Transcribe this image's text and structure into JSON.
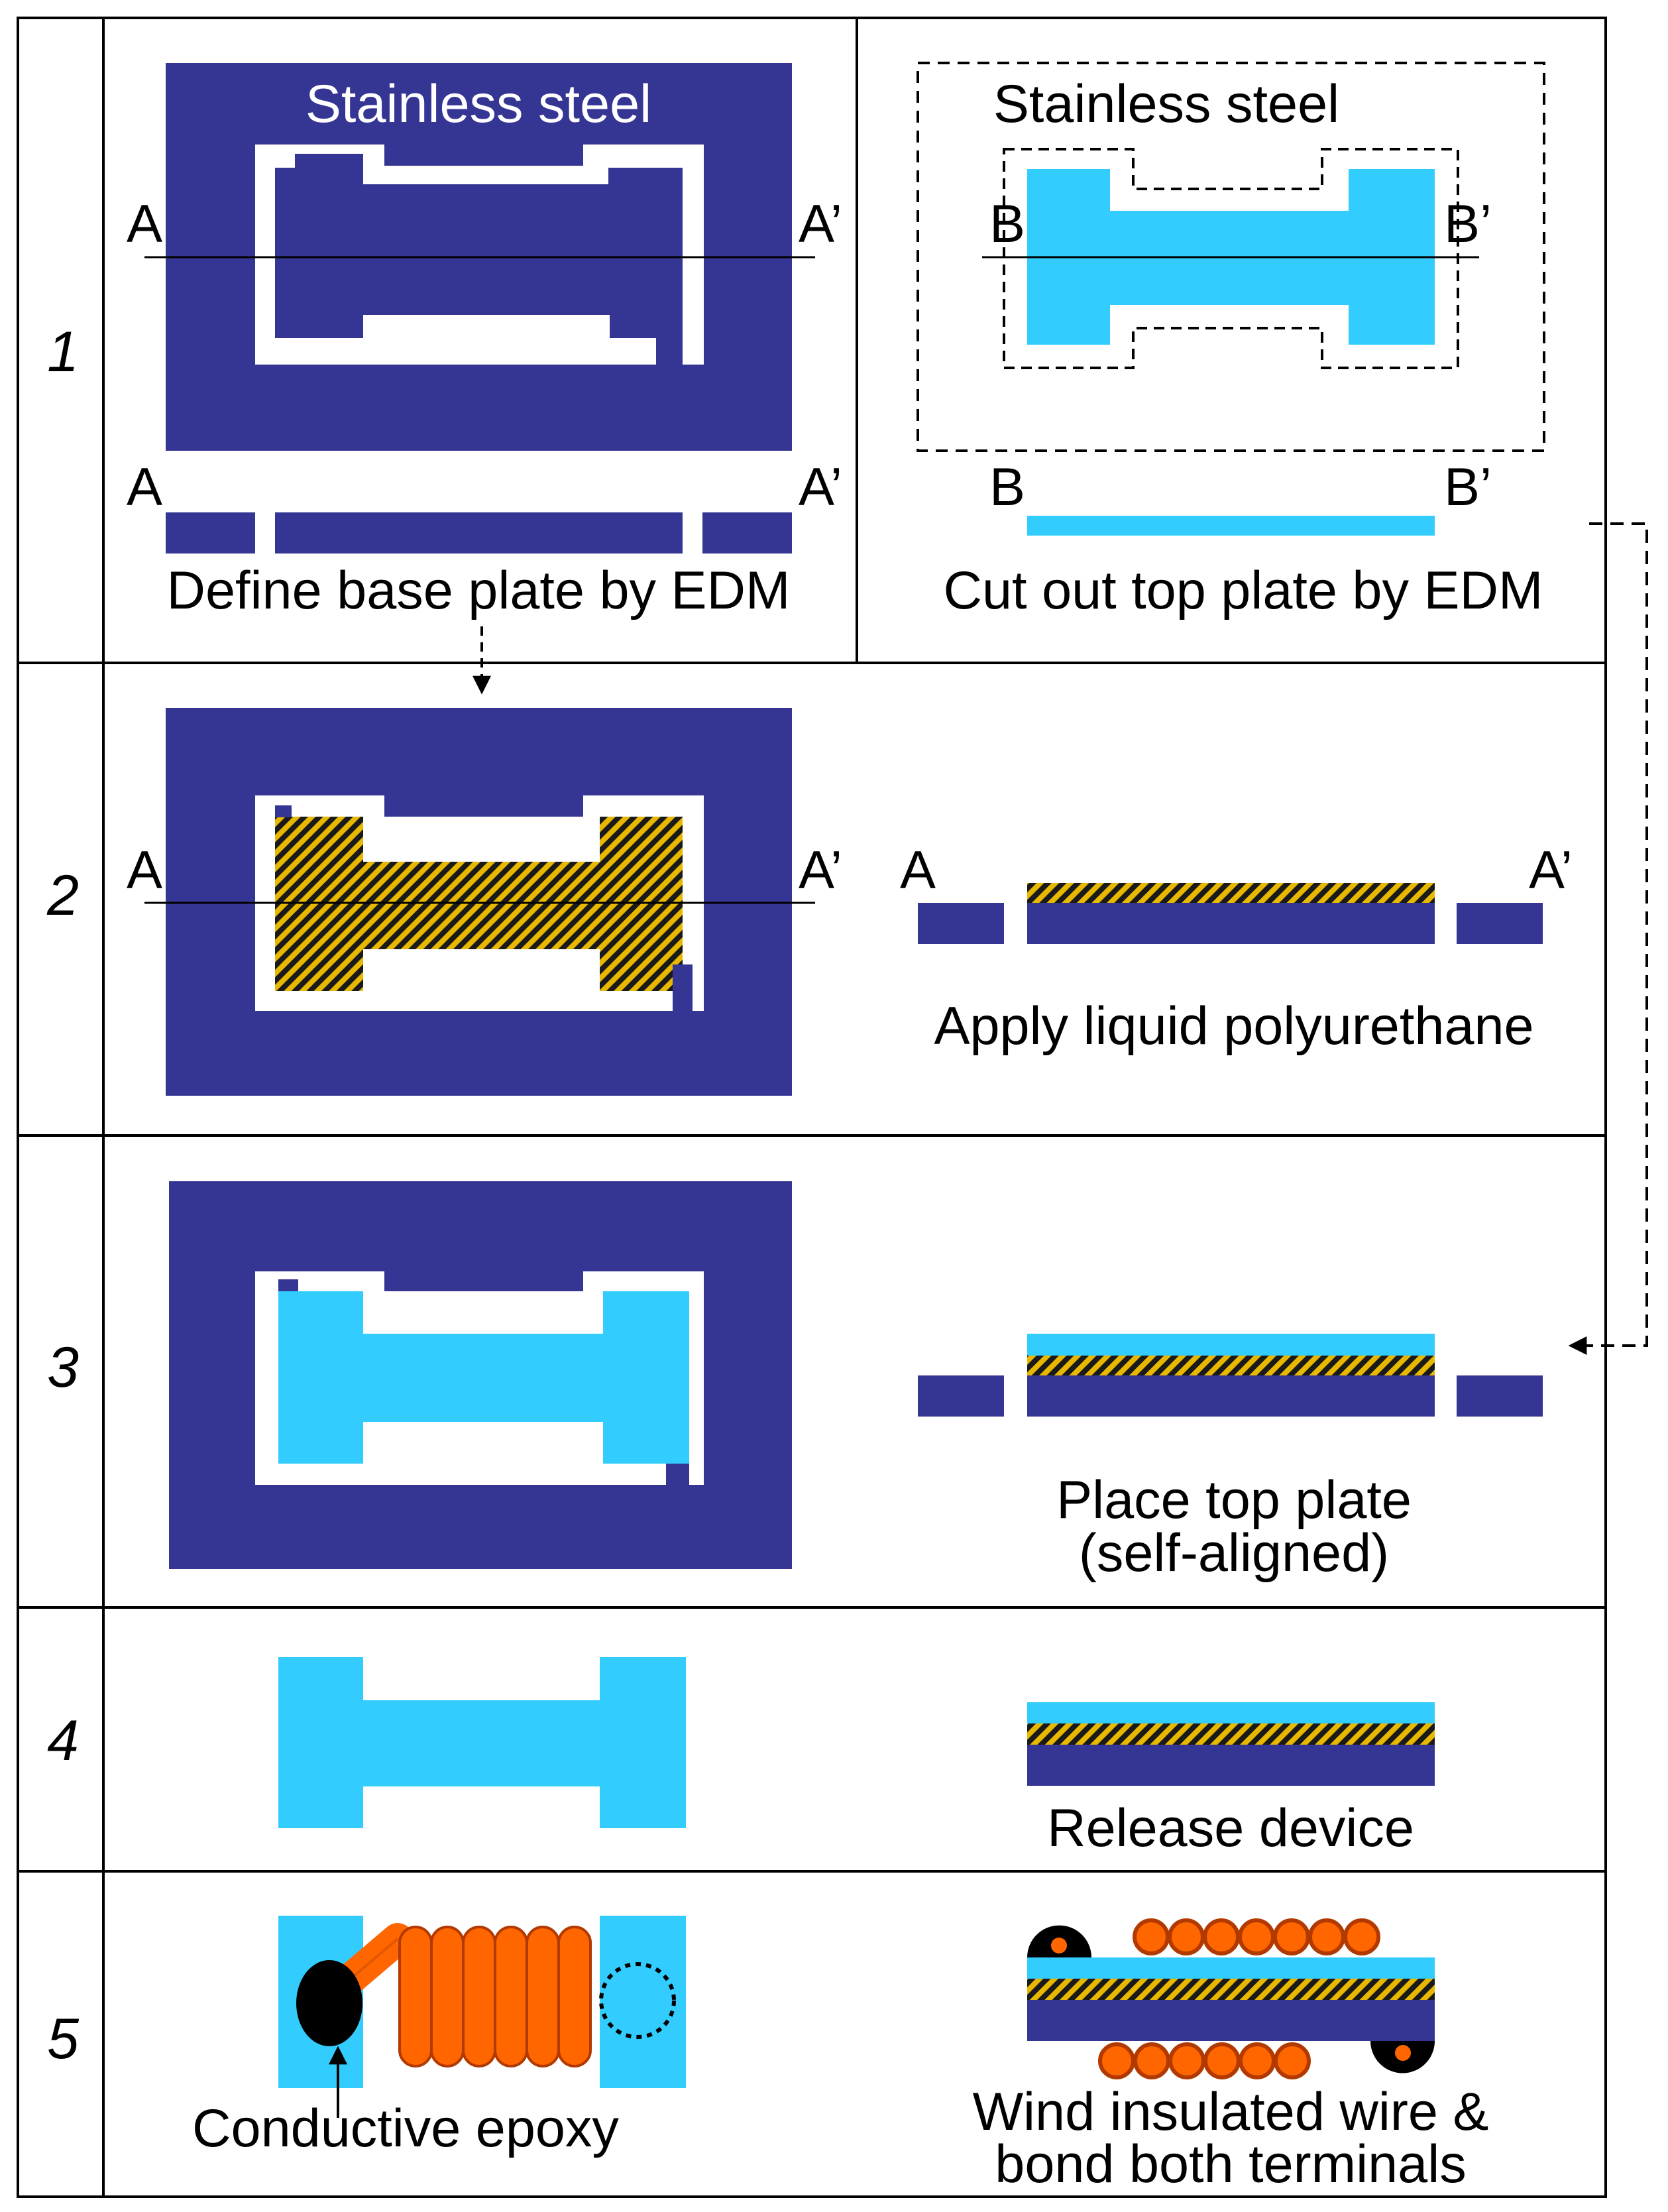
{
  "colors": {
    "steel_dark": "#353594",
    "top_plate": "#33CCFF",
    "polyurethane_base": "#1a1a1a",
    "polyurethane_hatch": "#E8B800",
    "wire": "#FF6600",
    "wire_outline": "#B23A00",
    "epoxy": "#000000",
    "grid_line": "#000000"
  },
  "steps": [
    {
      "number": "1"
    },
    {
      "number": "2"
    },
    {
      "number": "3"
    },
    {
      "number": "4"
    },
    {
      "number": "5"
    }
  ],
  "step1": {
    "left": {
      "material_label": "Stainless steel",
      "section_start": "A",
      "section_end": "A’",
      "caption": "Define base plate by EDM"
    },
    "right": {
      "material_label": "Stainless steel",
      "section_start": "B",
      "section_end": "B’",
      "caption": "Cut out top plate by EDM"
    }
  },
  "step2": {
    "section_start": "A",
    "section_end": "A’",
    "caption": "Apply liquid polyurethane"
  },
  "step3": {
    "caption_line1": "Place top plate",
    "caption_line2": "(self-aligned)"
  },
  "step4": {
    "caption": "Release device"
  },
  "step5": {
    "left_caption": "Conductive epoxy",
    "right_caption_line1": "Wind insulated wire &",
    "right_caption_line2": "bond both terminals"
  }
}
